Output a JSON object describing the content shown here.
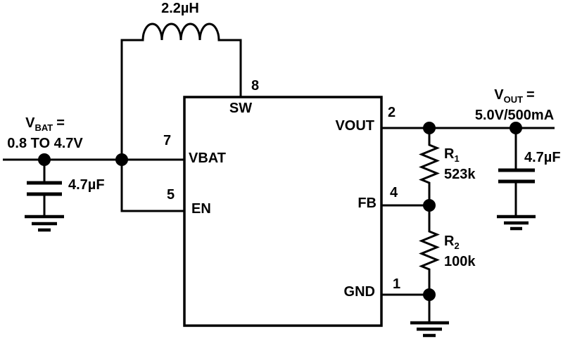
{
  "schematic": {
    "description": "boost-converter-application-circuit",
    "colors": {
      "line": "#000000",
      "background": "#ffffff"
    },
    "inductor": {
      "value": "2.2µH"
    },
    "input": {
      "v_symbol": "V",
      "v_subscript": "BAT",
      "equals": "=",
      "range": "0.8 TO 4.7V",
      "capacitor_value": "4.7µF"
    },
    "output": {
      "v_symbol": "V",
      "v_subscript": "OUT",
      "equals": "=",
      "rating": "5.0V/500mA",
      "capacitor_value": "4.7µF"
    },
    "feedback": {
      "r1": {
        "ref": "R",
        "ref_subscript": "1",
        "value": "523k"
      },
      "r2": {
        "ref": "R",
        "ref_subscript": "2",
        "value": "100k"
      }
    },
    "ic": {
      "pins": {
        "sw": {
          "number": "8",
          "label": "SW"
        },
        "vbat": {
          "number": "7",
          "label": "VBAT"
        },
        "en": {
          "number": "5",
          "label": "EN"
        },
        "vout": {
          "number": "2",
          "label": "VOUT"
        },
        "fb": {
          "number": "4",
          "label": "FB"
        },
        "gnd": {
          "number": "1",
          "label": "GND"
        }
      }
    }
  }
}
